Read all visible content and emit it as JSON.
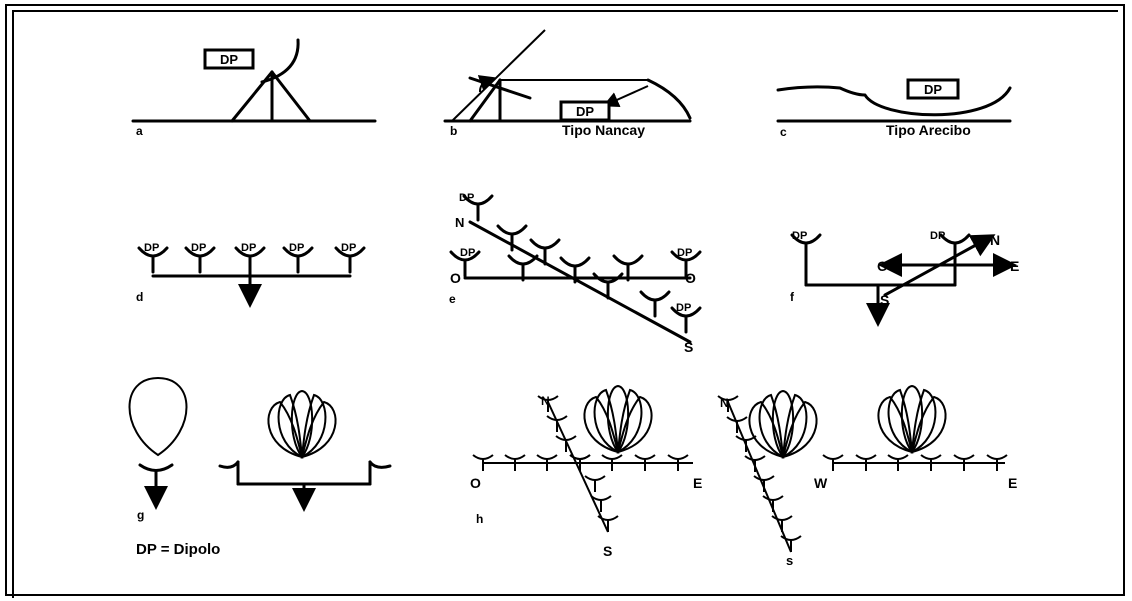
{
  "diagram": {
    "panel_letters": [
      "a",
      "b",
      "c",
      "d",
      "e",
      "f",
      "g",
      "h"
    ],
    "dp_label": "DP",
    "type_b": "Tipo Nancay",
    "type_c": "Tipo Arecibo",
    "legend": "DP = Dipolo",
    "dirs": {
      "N": "N",
      "S": "S",
      "E": "E",
      "O": "O",
      "W": "W",
      "n_small": "N",
      "s_small": "s"
    }
  }
}
